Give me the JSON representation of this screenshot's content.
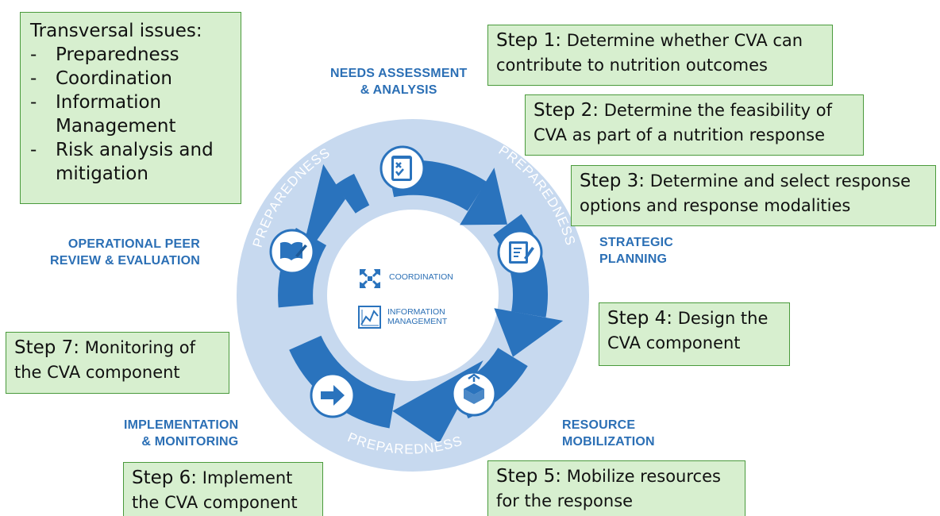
{
  "transversal": {
    "title": "Transversal issues:",
    "items": [
      "Preparedness",
      "Coordination",
      "Information Management",
      "Risk analysis and mitigation"
    ]
  },
  "steps": [
    {
      "label": "Step 1:",
      "text": "Determine whether CVA can contribute to nutrition outcomes"
    },
    {
      "label": "Step 2:",
      "text": "Determine the feasibility of CVA as part of a nutrition response"
    },
    {
      "label": "Step 3:",
      "text": "Determine and select response options and response modalities"
    },
    {
      "label": "Step 4:",
      "text": "Design the CVA component"
    },
    {
      "label": "Step 5:",
      "text": "Mobilize resources for the response"
    },
    {
      "label": "Step 6:",
      "text": "Implement the CVA component"
    },
    {
      "label": "Step 7:",
      "text": "Monitoring of the CVA component"
    }
  ],
  "phases": {
    "needs": [
      "NEEDS ASSESSMENT",
      "& ANALYSIS"
    ],
    "strategic": [
      "STRATEGIC",
      "PLANNING"
    ],
    "resource": [
      "RESOURCE",
      "MOBILIZATION"
    ],
    "implementation": [
      "IMPLEMENTATION",
      "& MONITORING"
    ],
    "review": [
      "OPERATIONAL PEER",
      "REVIEW & EVALUATION"
    ]
  },
  "ring_label": "PREPAREDNESS",
  "center": {
    "coordination": "COORDINATION",
    "info": [
      "INFORMATION",
      "MANAGEMENT"
    ]
  },
  "icons": [
    "checklist-icon",
    "planning-icon",
    "box-icon",
    "arrow-right-icon",
    "book-icon",
    "coordination-icon",
    "chart-icon"
  ],
  "colors": {
    "ring": "#c7d9ef",
    "arrow": "#2a73bd",
    "text_blue": "#2b6fb5",
    "box_fill": "#d7efcf",
    "box_border": "#4a9a3c"
  }
}
